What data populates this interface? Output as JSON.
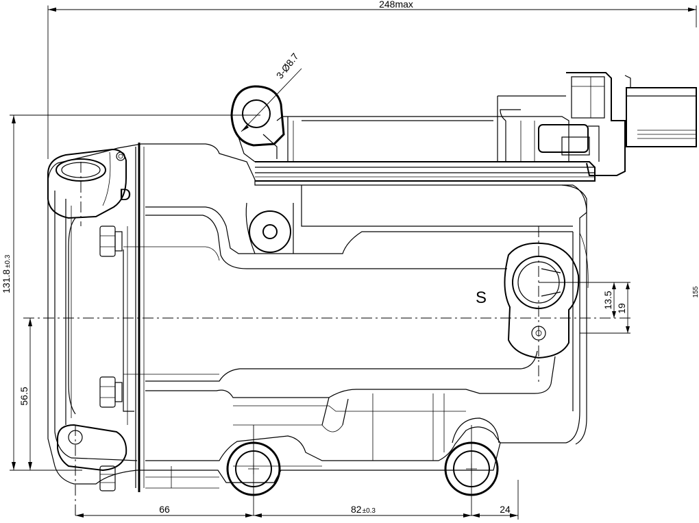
{
  "dimensions": {
    "overall_width": "248max",
    "hole_callout": "3-Ø8.7",
    "height_main": "131.8",
    "height_main_tol": "±0.3",
    "height_lower": "56.5",
    "port_offset_small": "13.5",
    "port_offset_large": "19",
    "bottom_left": "66",
    "bottom_mid": "82",
    "bottom_mid_tol": "±0.3",
    "bottom_right": "24",
    "edge_fragment": "155"
  },
  "port_marks": {
    "discharge": "D",
    "suction": "S"
  }
}
